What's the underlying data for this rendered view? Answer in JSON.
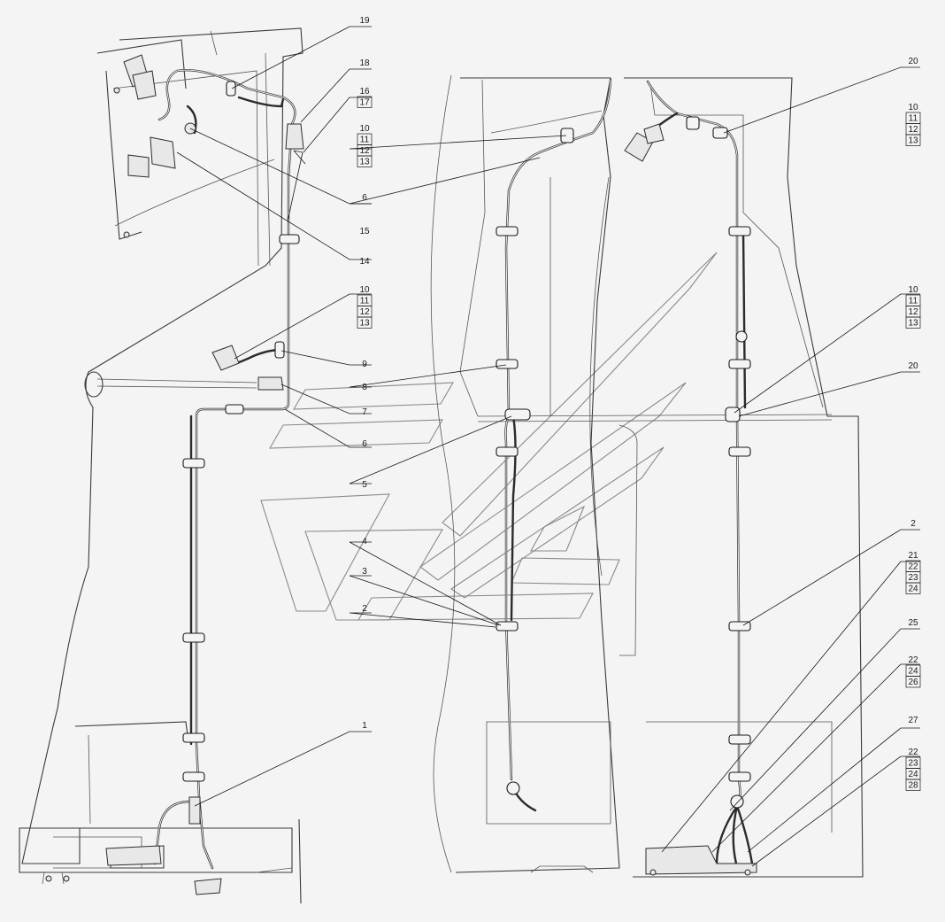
{
  "callouts": [
    {
      "id": "c19",
      "lines": [
        "19"
      ]
    },
    {
      "id": "c18",
      "lines": [
        "18"
      ]
    },
    {
      "id": "c16",
      "lines": [
        "16",
        "17"
      ]
    },
    {
      "id": "c20a",
      "lines": [
        "20"
      ]
    },
    {
      "id": "c10a",
      "lines": [
        "10",
        "11",
        "12",
        "13"
      ]
    },
    {
      "id": "c10b",
      "lines": [
        "10",
        "11",
        "12",
        "13"
      ]
    },
    {
      "id": "c6a",
      "lines": [
        "6"
      ]
    },
    {
      "id": "c15",
      "lines": [
        "15"
      ]
    },
    {
      "id": "c14",
      "lines": [
        "14"
      ]
    },
    {
      "id": "c10c",
      "lines": [
        "10",
        "11",
        "12",
        "13"
      ]
    },
    {
      "id": "c10d",
      "lines": [
        "10",
        "11",
        "12",
        "13"
      ]
    },
    {
      "id": "c9",
      "lines": [
        "9"
      ]
    },
    {
      "id": "c8",
      "lines": [
        "8"
      ]
    },
    {
      "id": "c7",
      "lines": [
        "7"
      ]
    },
    {
      "id": "c20b",
      "lines": [
        "20"
      ]
    },
    {
      "id": "c6b",
      "lines": [
        "6"
      ]
    },
    {
      "id": "c5",
      "lines": [
        "5"
      ]
    },
    {
      "id": "c4",
      "lines": [
        "4"
      ]
    },
    {
      "id": "c3",
      "lines": [
        "3"
      ]
    },
    {
      "id": "c2a",
      "lines": [
        "2"
      ]
    },
    {
      "id": "c2b",
      "lines": [
        "2"
      ]
    },
    {
      "id": "c21",
      "lines": [
        "21",
        "22",
        "23",
        "24"
      ]
    },
    {
      "id": "c25",
      "lines": [
        "25"
      ]
    },
    {
      "id": "c22a",
      "lines": [
        "22",
        "24",
        "26"
      ]
    },
    {
      "id": "c27",
      "lines": [
        "27"
      ]
    },
    {
      "id": "c22b",
      "lines": [
        "22",
        "23",
        "24",
        "28"
      ]
    },
    {
      "id": "c1",
      "lines": [
        "1"
      ]
    }
  ]
}
